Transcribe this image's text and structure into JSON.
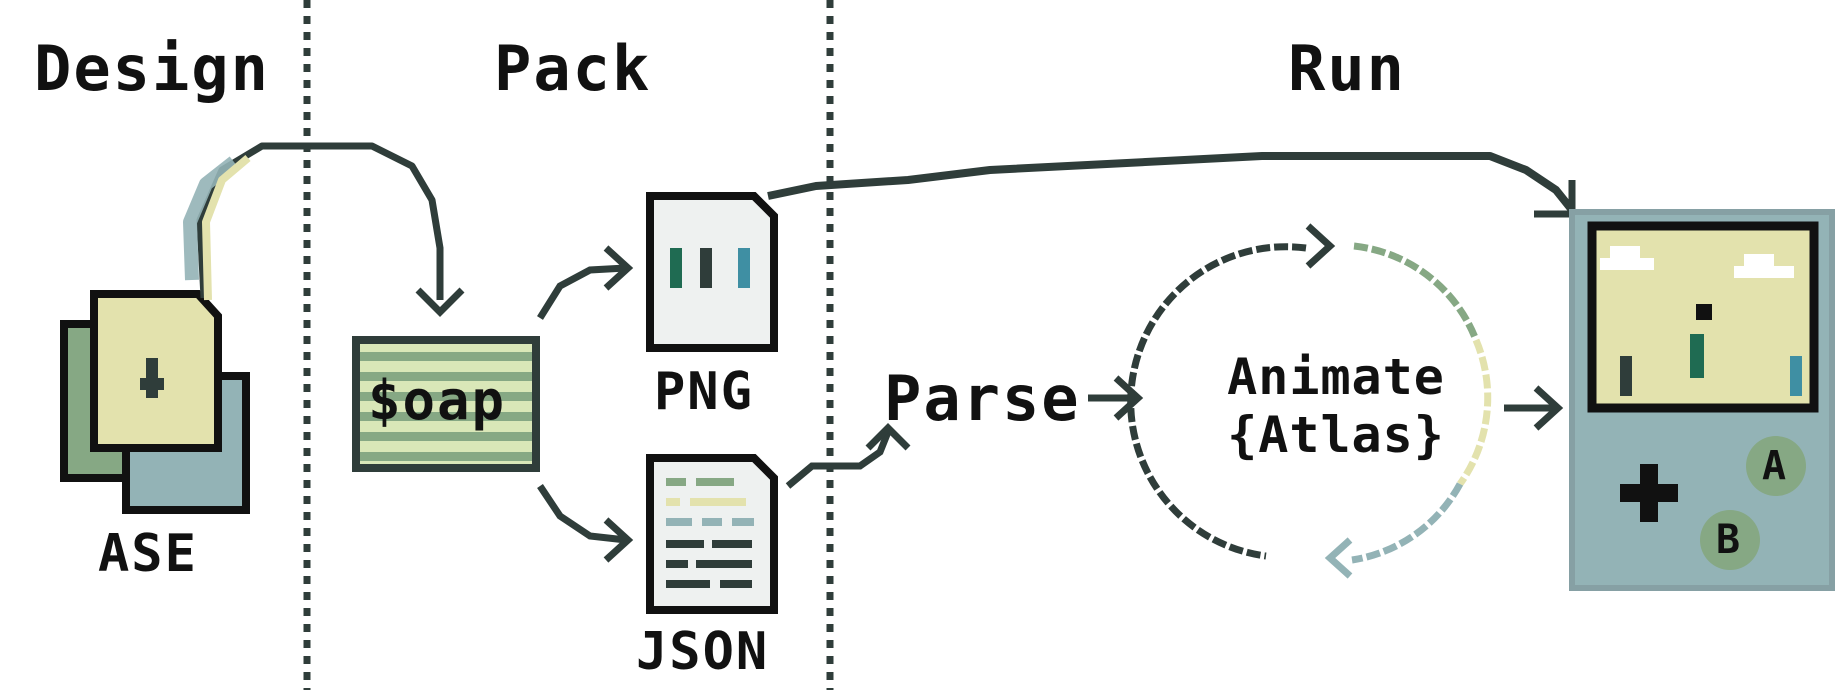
{
  "sections": {
    "design": "Design",
    "pack": "Pack",
    "run": "Run"
  },
  "files": {
    "ase": "ASE",
    "png": "PNG",
    "json": "JSON"
  },
  "tool": "$oap",
  "steps": {
    "parse": "Parse",
    "animate_line1": "Animate",
    "animate_line2": "{Atlas}"
  },
  "device": {
    "button_a": "A",
    "button_b": "B"
  },
  "colors": {
    "ink": "#1a1a1a",
    "line": "#2f3d3a",
    "cream": "#e3e2ad",
    "sage": "#86a884",
    "teal_gray": "#93b3b6",
    "pale": "#eef1f0",
    "dark_green": "#1f6b52",
    "steel_blue": "#3f8fa3"
  }
}
